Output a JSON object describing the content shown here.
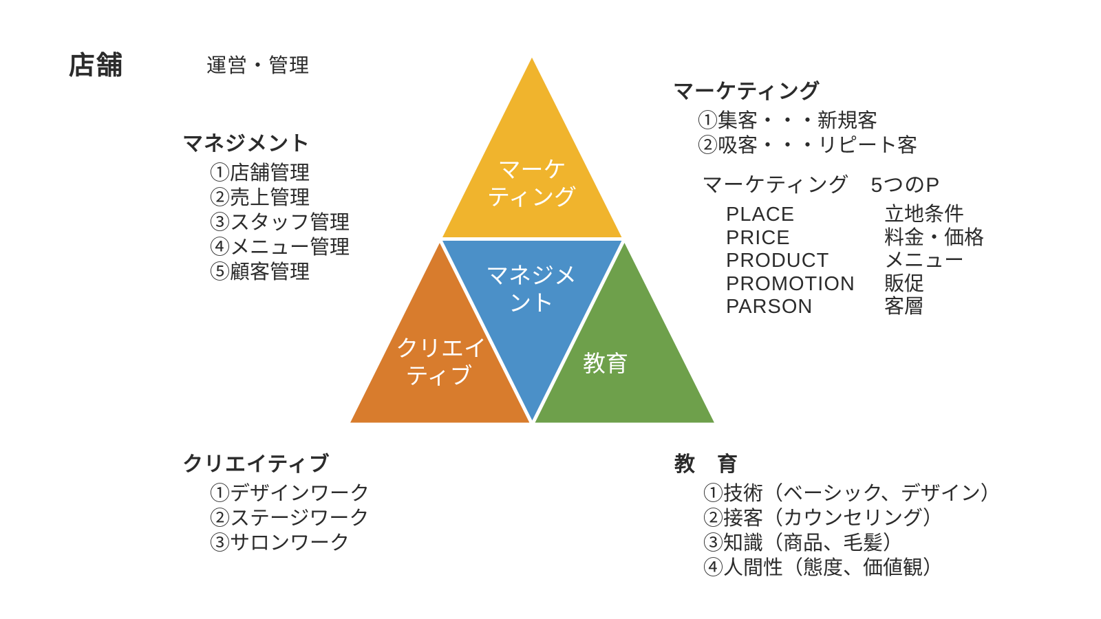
{
  "page": {
    "title": "店舗",
    "subtitle": "運営・管理"
  },
  "pyramid": {
    "marketing": {
      "label_line1": "マーケ",
      "label_line2": "ティング",
      "color": "#F0B42D"
    },
    "management": {
      "label_line1": "マネジメ",
      "label_line2": "ント",
      "color": "#4B90C8"
    },
    "creative": {
      "label_line1": "クリエイ",
      "label_line2": "ティブ",
      "color": "#D87C2D"
    },
    "education": {
      "label_line1": "教育",
      "color": "#6EA04B"
    }
  },
  "sections": {
    "management": {
      "heading": "マネジメント",
      "items": [
        "①店舗管理",
        "②売上管理",
        "③スタッフ管理",
        "④メニュー管理",
        "⑤顧客管理"
      ]
    },
    "marketing": {
      "heading": "マーケティング",
      "items": [
        "①集客・・・新規客",
        "②吸客・・・リピート客"
      ]
    },
    "five_p": {
      "heading": "マーケティング　5つのP",
      "rows": [
        {
          "en": "PLACE",
          "ja": "立地条件"
        },
        {
          "en": "PRICE",
          "ja": "料金・価格"
        },
        {
          "en": "PRODUCT",
          "ja": "メニュー"
        },
        {
          "en": "PROMOTION",
          "ja": "販促"
        },
        {
          "en": "PARSON",
          "ja": "客層"
        }
      ]
    },
    "creative": {
      "heading": "クリエイティブ",
      "items": [
        "①デザインワーク",
        "②ステージワーク",
        "③サロンワーク"
      ]
    },
    "education": {
      "heading": "教　育",
      "items": [
        "①技術（ベーシック、デザイン）",
        "②接客（カウンセリング）",
        "③知識（商品、毛髪）",
        "④人間性（態度、価値観）"
      ]
    }
  }
}
